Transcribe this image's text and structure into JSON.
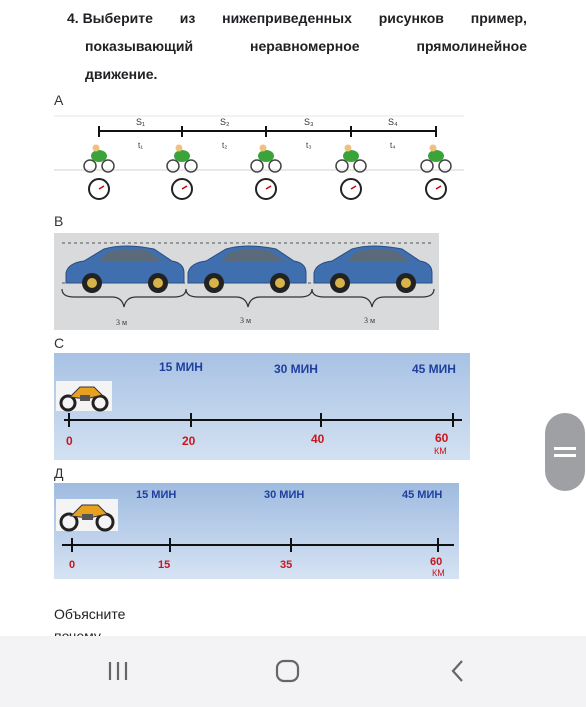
{
  "question": {
    "line1_words": [
      "4. Выберите",
      "из",
      "нижеприведенных",
      "рисунков",
      "пример,"
    ],
    "line2_words": [
      "показывающий",
      "неравномерное",
      "прямолинейное"
    ],
    "line3": "движение."
  },
  "options": {
    "a": {
      "label": "А",
      "segments": [
        "S₁",
        "S₂",
        "S₃",
        "S₄"
      ],
      "times": [
        "t₁",
        "t₂",
        "t₃",
        "t₄"
      ]
    },
    "b": {
      "label": "В",
      "distances": [
        "3 м",
        "3 м",
        "3 м"
      ]
    },
    "c": {
      "label": "С",
      "times": [
        "15 МИН",
        "30 МИН",
        "45 МИН"
      ],
      "distances": [
        "0",
        "20",
        "40",
        "60"
      ],
      "unit": "КМ"
    },
    "d": {
      "label": "Д",
      "times": [
        "15 МИН",
        "30 МИН",
        "45 МИН"
      ],
      "distances": [
        "0",
        "15",
        "35",
        "60"
      ],
      "unit": "КМ"
    }
  },
  "footer": {
    "explain": "Объясните",
    "explain2": "почему"
  },
  "icons": {
    "fab": "menu-lines-icon",
    "nav_recent": "recent-apps-icon",
    "nav_home": "home-icon",
    "nav_back": "back-icon"
  },
  "colors": {
    "time_blue": "#1f3f9e",
    "dist_red": "#c8161d",
    "car_blue": "#3f6fae"
  }
}
